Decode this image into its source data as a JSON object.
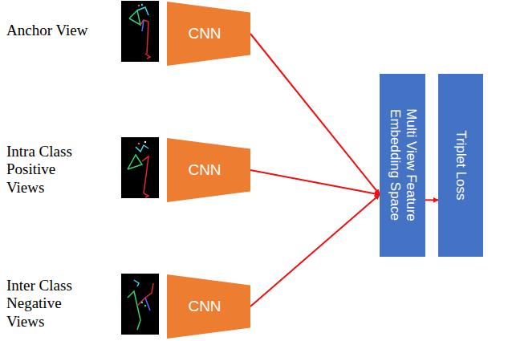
{
  "diagram": {
    "nodes": [
      {
        "text": [
          "CNN"
        ]
      },
      {
        "text": [
          "CNN"
        ]
      },
      {
        "text": [
          "CNN"
        ]
      },
      {
        "text": [
          "Multi View Feature Embedding Space"
        ]
      },
      {
        "text": [
          "Triplet Loss"
        ]
      }
    ],
    "edges": [
      {
        "from": 0,
        "to": 3,
        "arrow": "to"
      },
      {
        "from": 1,
        "to": 3,
        "arrow": "to"
      },
      {
        "from": 2,
        "to": 3,
        "arrow": "to"
      },
      {
        "from": 3,
        "to": 4,
        "arrow": "to"
      }
    ],
    "labels": [
      "Anchor View",
      "Intra Class Positive Views",
      "Inter Class Negative Views"
    ]
  }
}
